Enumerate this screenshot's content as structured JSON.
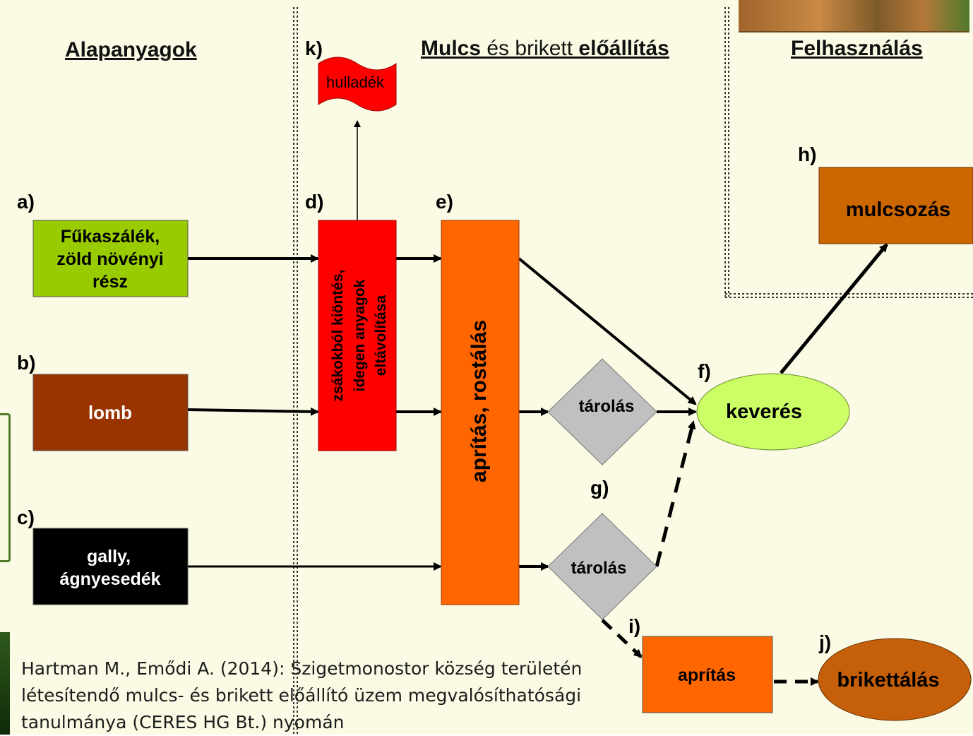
{
  "headings": {
    "inputs": "Alapanyagok",
    "production_bold_1": "Mulcs",
    "production_light": " és brikett ",
    "production_bold_2": "előállítás",
    "usage": "Felhasználás"
  },
  "labels": {
    "a": "a)",
    "b": "b)",
    "c": "c)",
    "d": "d)",
    "e": "e)",
    "f": "f)",
    "g": "g)",
    "h": "h)",
    "i": "i)",
    "j": "j)",
    "k": "k)"
  },
  "nodes": {
    "fukaszalek_line1": "Fűkaszálék,",
    "fukaszalek_line2": "zöld növényi",
    "fukaszalek_line3": "rész",
    "lomb": "lomb",
    "gally_line1": "gally,",
    "gally_line2": "ágnyesedék",
    "hulladek": "hulladék",
    "kiontes_line1": "zsákokból kiöntés,",
    "kiontes_line2": "idegen anyagok",
    "kiontes_line3": "eltávolítása",
    "aprotas_rostalas": "aprítás, rostálás",
    "tarolas_upper": "tárolás",
    "tarolas_lower": "tárolás",
    "keveres": "keverés",
    "mulcsozas": "mulcsozás",
    "apritas": "aprítás",
    "brikettalas": "brikettálás"
  },
  "citation": {
    "line1": "Hartman M., Emődi A. (2014): Szigetmonostor község területén",
    "line2": "létesítendő mulcs- és brikett előállító üzem megvalósíthatósági",
    "line3": "tanulmánya (CERES HG Bt.) nyomán"
  },
  "colors": {
    "background": "#fbfbe5",
    "green_box": "#99cc00",
    "brown_box": "#993300",
    "black_box": "#000000",
    "red_box": "#ff0000",
    "orange_box": "#ff6600",
    "grey_diamond": "#c0c0c0",
    "light_green_ellipse": "#ccff66",
    "dark_orange": "#cc6600",
    "brikett_ellipse": "#c65f0a"
  }
}
